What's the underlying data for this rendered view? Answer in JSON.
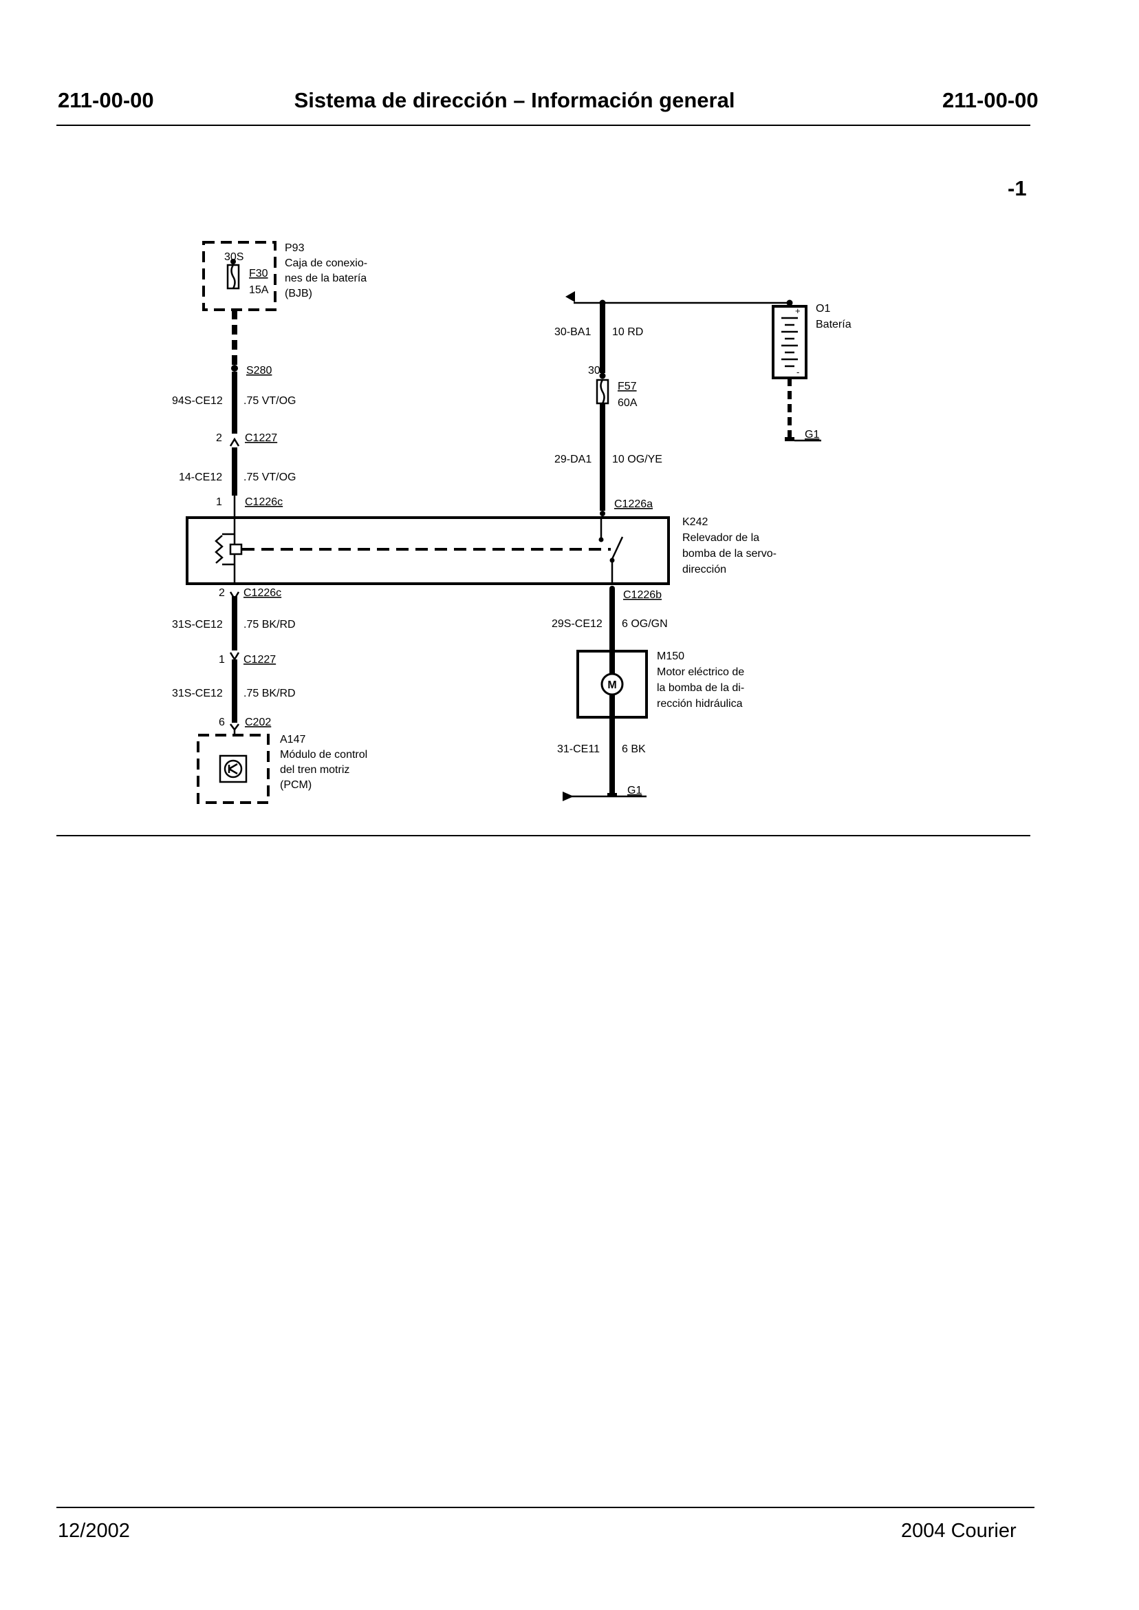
{
  "header": {
    "code_left": "211-00-00",
    "title": "Sistema de dirección – Información general",
    "code_right": "211-00-00"
  },
  "page_number": "-1",
  "footer": {
    "date": "12/2002",
    "model": "2004 Courier"
  },
  "diagram": {
    "p93": {
      "id": "P93",
      "desc_1": "Caja de conexio-",
      "desc_2": "nes de la batería",
      "desc_3": "(BJB)",
      "terminal": "30S",
      "fuse": "F30",
      "rating": "15A"
    },
    "s280": "S280",
    "wire_94s": {
      "circuit": "94S-CE12",
      "spec": ".75 VT/OG"
    },
    "c1227_top": {
      "pin": "2",
      "name": "C1227"
    },
    "wire_14ce": {
      "circuit": "14-CE12",
      "spec": ".75 VT/OG"
    },
    "c1226c_top": {
      "pin": "1",
      "name": "C1226c"
    },
    "c1226c_bottom": {
      "pin": "2",
      "name": "C1226c"
    },
    "wire_31s_a": {
      "circuit": "31S-CE12",
      "spec": ".75 BK/RD"
    },
    "c1227_bottom": {
      "pin": "1",
      "name": "C1227"
    },
    "wire_31s_b": {
      "circuit": "31S-CE12",
      "spec": ".75 BK/RD"
    },
    "c202": {
      "pin": "6",
      "name": "C202"
    },
    "a147": {
      "id": "A147",
      "desc_1": "Módulo de control",
      "desc_2": "del tren motriz",
      "desc_3": "(PCM)"
    },
    "wire_30ba": {
      "circuit": "30-BA1",
      "spec": "10 RD"
    },
    "f57": {
      "terminal": "30",
      "fuse": "F57",
      "rating": "60A"
    },
    "wire_29da": {
      "circuit": "29-DA1",
      "spec": "10 OG/YE"
    },
    "c1226a": "C1226a",
    "k242": {
      "id": "K242",
      "desc_1": "Relevador de la",
      "desc_2": "bomba de la servo-",
      "desc_3": "dirección"
    },
    "c1226b": "C1226b",
    "wire_29s": {
      "circuit": "29S-CE12",
      "spec": "6 OG/GN"
    },
    "m150": {
      "id": "M150",
      "desc_1": "Motor eléctrico de",
      "desc_2": "la bomba de la di-",
      "desc_3": "rección hidráulica",
      "symbol": "M"
    },
    "wire_31ce": {
      "circuit": "31-CE11",
      "spec": "6 BK"
    },
    "g1_bottom": "G1",
    "battery": {
      "id": "O1",
      "desc": "Batería",
      "plus": "+",
      "minus": "-"
    },
    "g1_battery": "G1"
  }
}
